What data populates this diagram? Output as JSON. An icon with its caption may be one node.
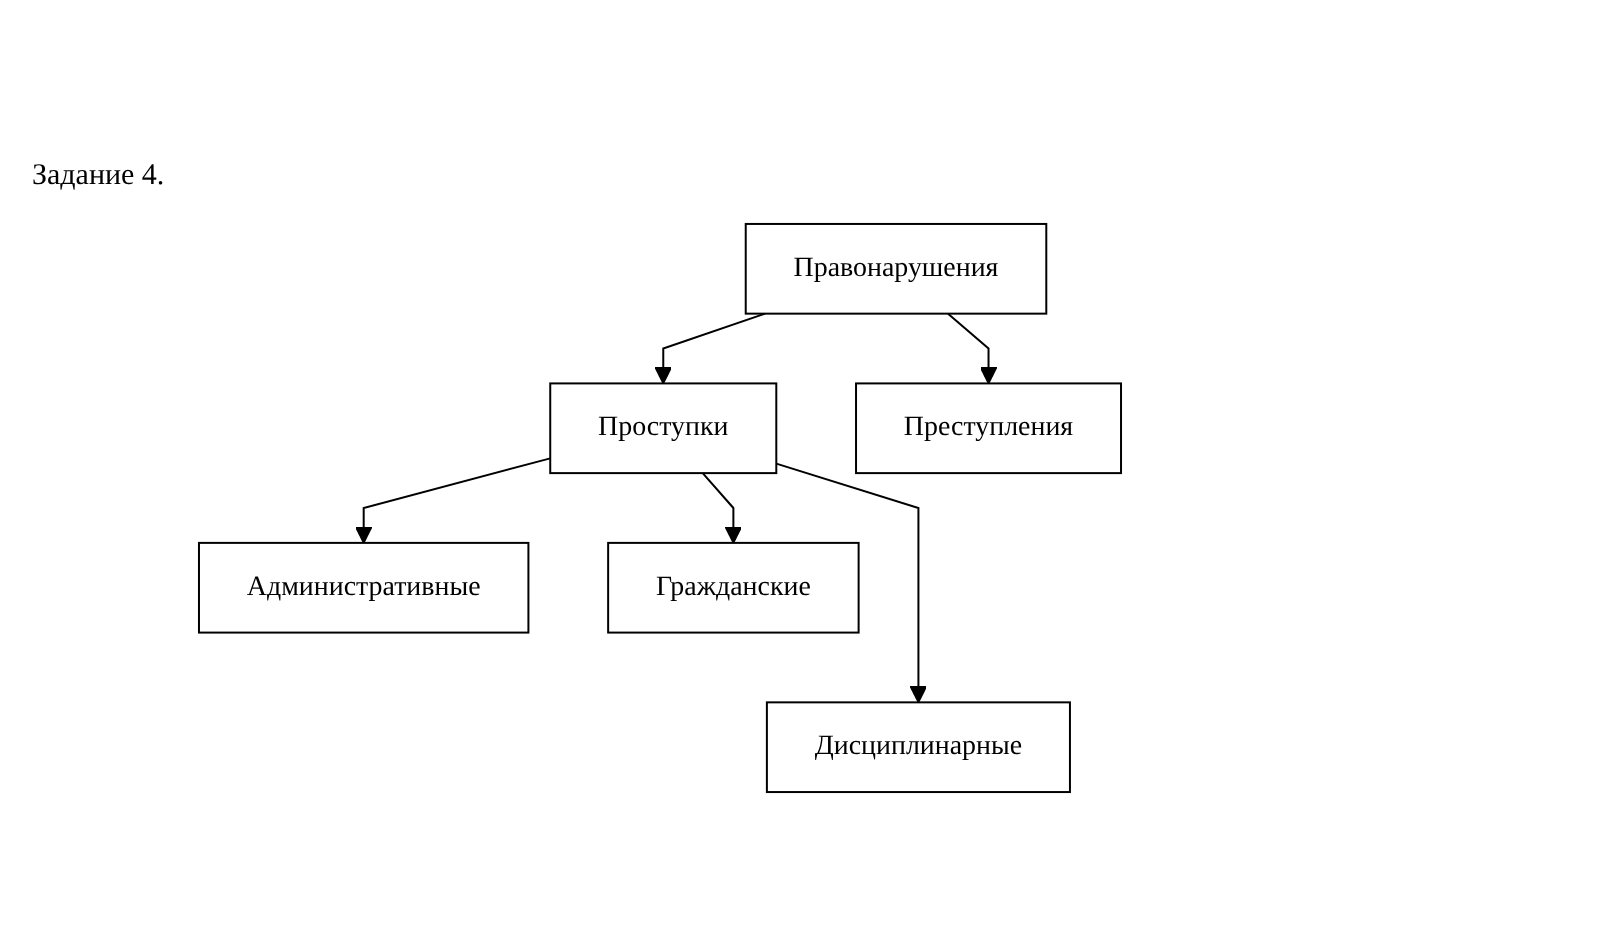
{
  "diagram": {
    "title": "Задание 4.",
    "nodes": [
      {
        "text": [
          "Правонарушения"
        ]
      },
      {
        "text": [
          "Проступки"
        ]
      },
      {
        "text": [
          "Преступления"
        ]
      },
      {
        "text": [
          "Административные"
        ]
      },
      {
        "text": [
          "Гражданские"
        ]
      },
      {
        "text": [
          "Дисциплинарные"
        ]
      }
    ],
    "edges": [
      {
        "from": 0,
        "to": 1,
        "arrow": "to"
      },
      {
        "from": 0,
        "to": 2,
        "arrow": "to"
      },
      {
        "from": 1,
        "to": 3,
        "arrow": "to"
      },
      {
        "from": 1,
        "to": 5,
        "arrow": "to"
      },
      {
        "from": 1,
        "to": 4,
        "arrow": "to"
      }
    ]
  }
}
